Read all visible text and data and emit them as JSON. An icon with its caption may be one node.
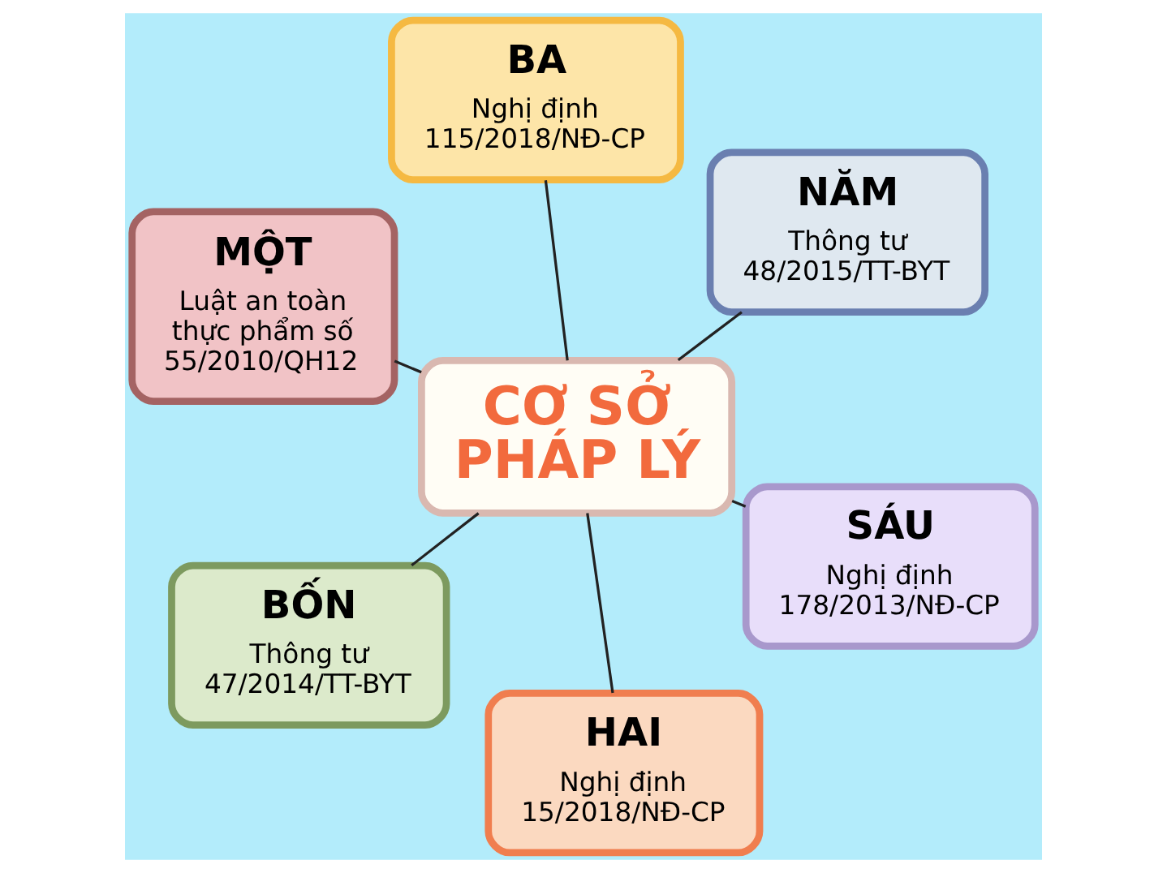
{
  "diagram": {
    "nodes": [
      {
        "text": [
          "MỘT",
          "Luật an toàn thực phẩm số 55/2010/QH12"
        ]
      },
      {
        "text": [
          "SÁU",
          "Nghị định 178/2013/NĐ-CP"
        ]
      },
      {
        "text": [
          "HAI",
          "Nghị định 15/2018/NĐ-CP"
        ]
      },
      {
        "text": [
          "CƠ SỞ PHÁP LÝ"
        ]
      },
      {
        "text": [
          "NĂM",
          "Thông tư 48/2015/TT-BYT"
        ]
      },
      {
        "text": [
          "BA",
          "Nghị định 115/2018/NĐ-CP"
        ]
      },
      {
        "text": [
          "BỐN",
          "Thông tư 47/2014/TT-BYT"
        ]
      }
    ],
    "edges": [
      {
        "from": 3,
        "to": 0,
        "arrow": "none"
      },
      {
        "from": 3,
        "to": 2,
        "arrow": "none"
      },
      {
        "from": 3,
        "to": 5,
        "arrow": "none"
      },
      {
        "from": 3,
        "to": 6,
        "arrow": "none"
      },
      {
        "from": 3,
        "to": 4,
        "arrow": "none"
      },
      {
        "from": 3,
        "to": 1,
        "arrow": "none"
      }
    ]
  }
}
